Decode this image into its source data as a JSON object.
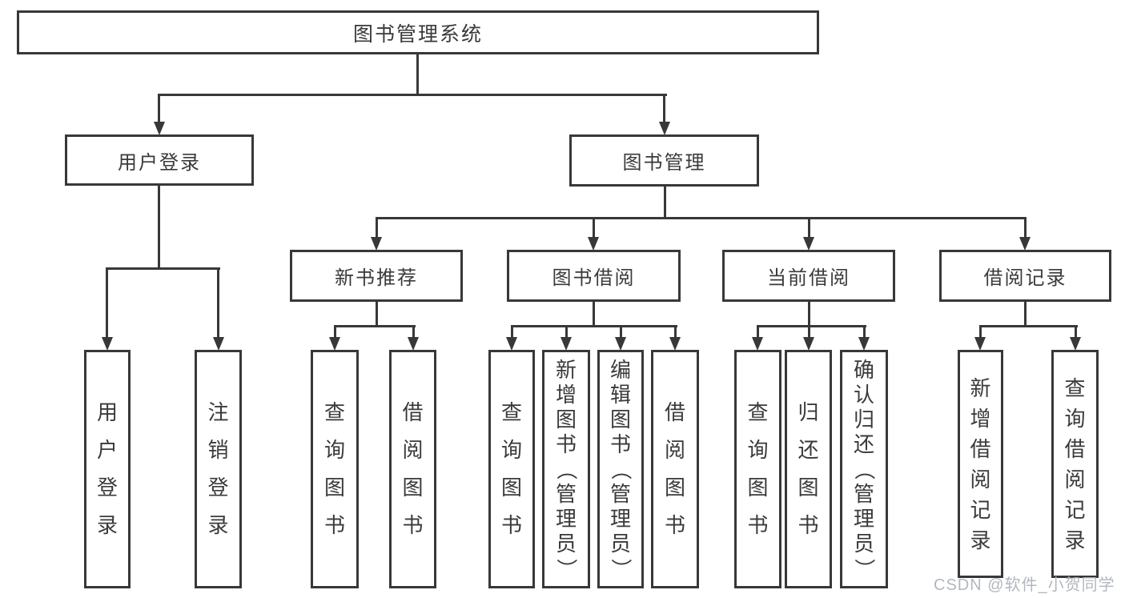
{
  "diagram": {
    "root": {
      "label": "图书管理系统"
    },
    "level2": [
      {
        "label": "用户登录"
      },
      {
        "label": "图书管理"
      }
    ],
    "level3": [
      {
        "label": "新书推荐"
      },
      {
        "label": "图书借阅"
      },
      {
        "label": "当前借阅"
      },
      {
        "label": "借阅记录"
      }
    ],
    "leaves": [
      {
        "label": "用户登录"
      },
      {
        "label": "注销登录"
      },
      {
        "label": "查询图书"
      },
      {
        "label": "借阅图书"
      },
      {
        "label": "查询图书"
      },
      {
        "label": "新增图书（管理员）"
      },
      {
        "label": "编辑图书（管理员）"
      },
      {
        "label": "借阅图书"
      },
      {
        "label": "查询图书"
      },
      {
        "label": "归还图书"
      },
      {
        "label": "确认归还（管理员）"
      },
      {
        "label": "新增借阅记录"
      },
      {
        "label": "查询借阅记录"
      }
    ]
  },
  "watermark": "CSDN @软件_小贺同学",
  "colors": {
    "line": "#383838",
    "text": "#3a3a3a",
    "wm": "#b3b7bf",
    "bg": "#ffffff"
  }
}
